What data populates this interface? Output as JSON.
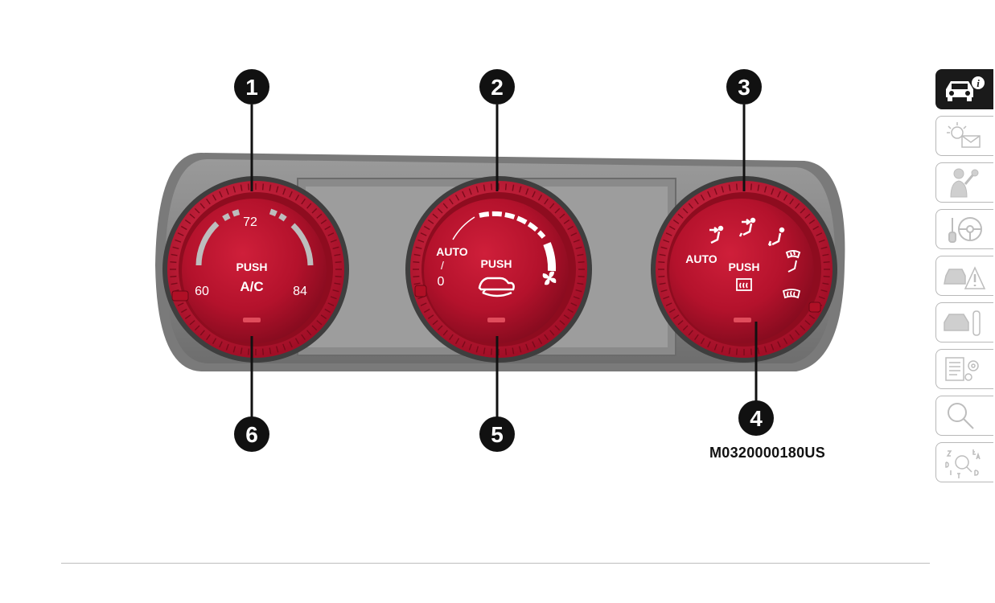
{
  "figure_code": "M0320000180US",
  "callouts": [
    "1",
    "2",
    "3",
    "4",
    "5",
    "6"
  ],
  "knob_left": {
    "scale_mid": "72",
    "scale_min": "60",
    "scale_max": "84",
    "push_label": "PUSH",
    "button_label": "A/C"
  },
  "knob_center": {
    "auto_label": "AUTO",
    "slash": "/",
    "zero_label": "0",
    "push_label": "PUSH",
    "icons": [
      "recirculation-icon",
      "fan-icon"
    ]
  },
  "knob_right": {
    "auto_label": "AUTO",
    "push_label": "PUSH",
    "icons": [
      "vent-face-icon",
      "vent-face-feet-icon",
      "vent-feet-icon",
      "defrost-feet-icon",
      "rear-defrost-icon",
      "windshield-defrost-icon"
    ]
  },
  "sidebar": {
    "active_index": 0,
    "tabs": [
      {
        "icon": "car-info-icon"
      },
      {
        "icon": "warning-lights-messages-icon"
      },
      {
        "icon": "safety-seat-belt-icon"
      },
      {
        "icon": "starting-driving-icon"
      },
      {
        "icon": "emergency-icon"
      },
      {
        "icon": "servicing-maintenance-icon"
      },
      {
        "icon": "technical-specifications-icon"
      },
      {
        "icon": "search-icon"
      },
      {
        "icon": "alphabetical-index-icon"
      }
    ]
  },
  "colors": {
    "knob_red": "#c0122c",
    "knob_dark_red": "#8e0c1f",
    "panel_gray": "#8c8c8c",
    "panel_dark": "#505050",
    "callout_black": "#111111"
  }
}
